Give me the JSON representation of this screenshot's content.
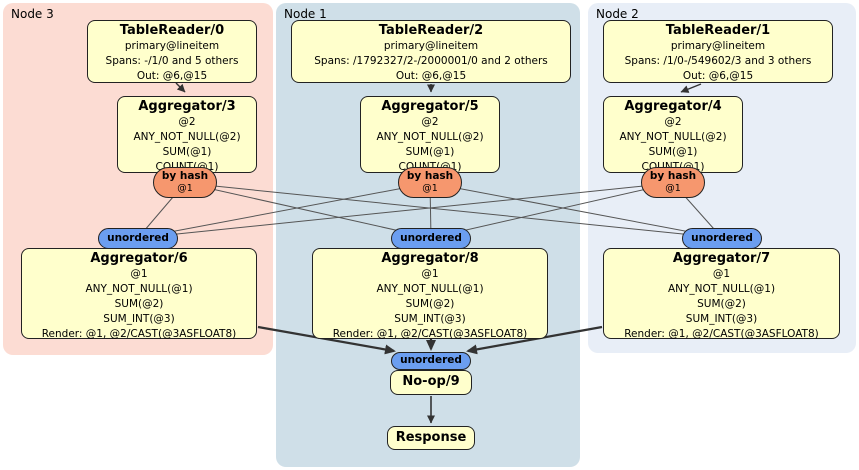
{
  "nodes": [
    {
      "label": "Node 3"
    },
    {
      "label": "Node 1"
    },
    {
      "label": "Node 2"
    }
  ],
  "boxes": {
    "tr0": {
      "title": "TableReader/0",
      "lines": [
        "primary@lineitem",
        "Spans: -/1/0 and 5 others",
        "Out: @6,@15"
      ]
    },
    "tr2": {
      "title": "TableReader/2",
      "lines": [
        "primary@lineitem",
        "Spans: /1792327/2-/2000001/0 and 2 others",
        "Out: @6,@15"
      ]
    },
    "tr1": {
      "title": "TableReader/1",
      "lines": [
        "primary@lineitem",
        "Spans: /1/0-/549602/3 and 3 others",
        "Out: @6,@15"
      ]
    },
    "agg3": {
      "title": "Aggregator/3",
      "lines": [
        "@2",
        "ANY_NOT_NULL(@2)",
        "SUM(@1)",
        "COUNT(@1)"
      ]
    },
    "agg5": {
      "title": "Aggregator/5",
      "lines": [
        "@2",
        "ANY_NOT_NULL(@2)",
        "SUM(@1)",
        "COUNT(@1)"
      ]
    },
    "agg4": {
      "title": "Aggregator/4",
      "lines": [
        "@2",
        "ANY_NOT_NULL(@2)",
        "SUM(@1)",
        "COUNT(@1)"
      ]
    },
    "agg6": {
      "title": "Aggregator/6",
      "lines": [
        "@1",
        "ANY_NOT_NULL(@1)",
        "SUM(@2)",
        "SUM_INT(@3)",
        "Render: @1, @2/CAST(@3ASFLOAT8)"
      ]
    },
    "agg8": {
      "title": "Aggregator/8",
      "lines": [
        "@1",
        "ANY_NOT_NULL(@1)",
        "SUM(@2)",
        "SUM_INT(@3)",
        "Render: @1, @2/CAST(@3ASFLOAT8)"
      ]
    },
    "agg7": {
      "title": "Aggregator/7",
      "lines": [
        "@1",
        "ANY_NOT_NULL(@1)",
        "SUM(@2)",
        "SUM_INT(@3)",
        "Render: @1, @2/CAST(@3ASFLOAT8)"
      ]
    },
    "noop": {
      "title": "No-op/9"
    },
    "response": {
      "title": "Response"
    }
  },
  "router": {
    "label": "by hash",
    "output": "@1"
  },
  "sync": {
    "label": "unordered"
  },
  "colors": {
    "node3_bg": "#fcdcd3",
    "node1_bg": "#cfdfe8",
    "node2_bg": "#e8eef7",
    "box_fill": "#ffffcc",
    "box_border": "#222222",
    "router_fill": "#f6976e",
    "sync_fill": "#6b9ef0",
    "edge_thin": "#555555",
    "edge_arrow": "#333333"
  }
}
